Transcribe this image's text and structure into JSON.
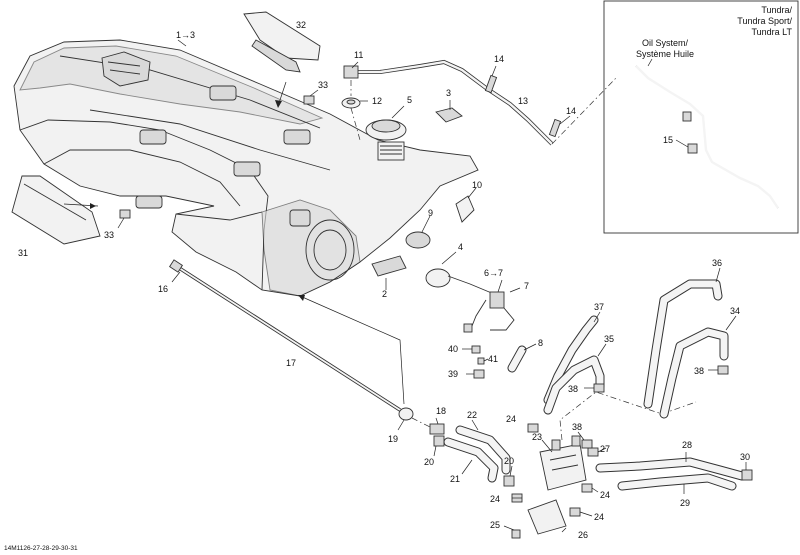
{
  "inset": {
    "models": [
      "Tundra/",
      "Tundra Sport/",
      "Tundra LT"
    ],
    "system": [
      "Oil System/",
      "Système Huile"
    ]
  },
  "callouts": {
    "c1": "1→3",
    "c2": "2",
    "c3": "3",
    "c4": "4",
    "c5": "5",
    "c6": "6→7",
    "c7": "7",
    "c8": "8",
    "c9": "9",
    "c10": "10",
    "c11": "11",
    "c12": "12",
    "c13": "13",
    "c14a": "14",
    "c14b": "14",
    "c15": "15",
    "c16": "16",
    "c17": "17",
    "c18": "18",
    "c19": "19",
    "c20a": "20",
    "c20b": "20",
    "c21": "21",
    "c22": "22",
    "c23": "23",
    "c24a": "24",
    "c24b": "24",
    "c24c": "24",
    "c24d": "24",
    "c25": "25",
    "c26": "26",
    "c27": "27",
    "c28": "28",
    "c29": "29",
    "c30": "30",
    "c31": "31",
    "c32": "32",
    "c33a": "33",
    "c33b": "33",
    "c34": "34",
    "c35": "35",
    "c36": "36",
    "c37": "37",
    "c38a": "38",
    "c38b": "38",
    "c38c": "38",
    "c39": "39",
    "c40": "40",
    "c41": "41"
  },
  "drawing_code": "14M1126-27-28-29-30-31"
}
